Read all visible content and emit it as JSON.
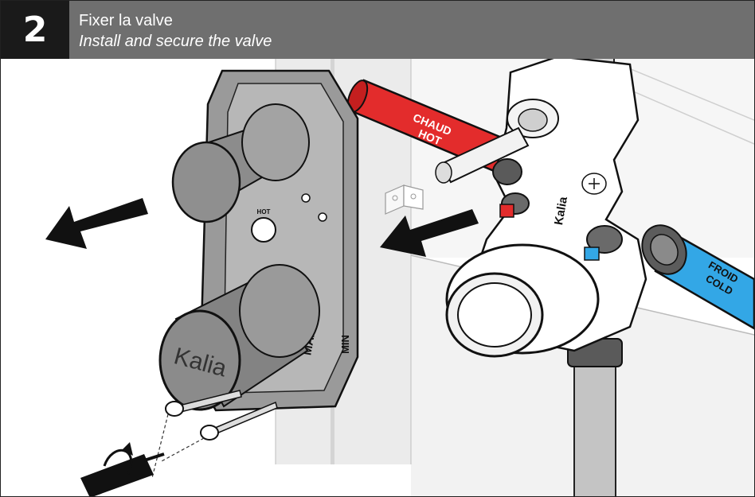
{
  "step": {
    "number": "2",
    "title_fr": "Fixer la valve",
    "title_en": "Install and secure the valve"
  },
  "labels": {
    "hot_line1": "CHAUD",
    "hot_line2": "HOT",
    "cold_line1": "FROID",
    "cold_line2": "COLD",
    "trim_brand": "Kalia",
    "trim_max": "MAX",
    "trim_min": "MIN",
    "trim_hot": "HOT"
  },
  "colors": {
    "header": "#6f6f6f",
    "step_box": "#1a1a1a",
    "hot_pipe": "#e32c2c",
    "cold_pipe": "#33a7e6",
    "trim": "#9a9a9a"
  }
}
